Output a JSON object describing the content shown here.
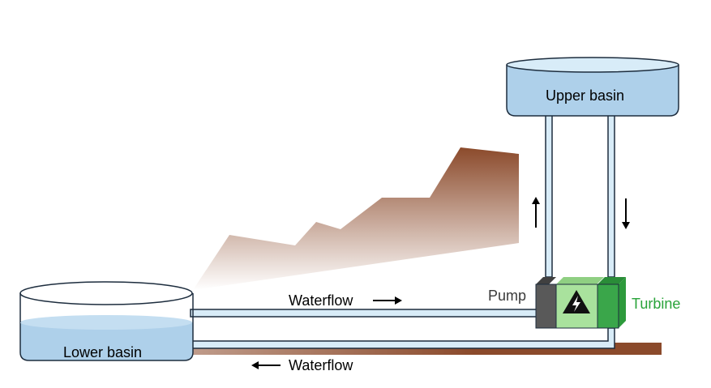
{
  "labels": {
    "upper_basin": "Upper basin",
    "lower_basin": "Lower basin",
    "pump": "Pump",
    "turbine": "Turbine",
    "waterflow_top": "Waterflow",
    "waterflow_bottom": "Waterflow"
  },
  "colors": {
    "water": "#aed0ea",
    "water_stroke": "#1d2d3e",
    "pipe": "#d8ecf8",
    "ground": "#8b4a2b",
    "pump_body": "#595959",
    "generator": "#a9e29d",
    "turbine_body": "#3aa64a",
    "turbine_label": "#29a33a"
  },
  "icons": {
    "generator": "high-voltage-icon"
  }
}
